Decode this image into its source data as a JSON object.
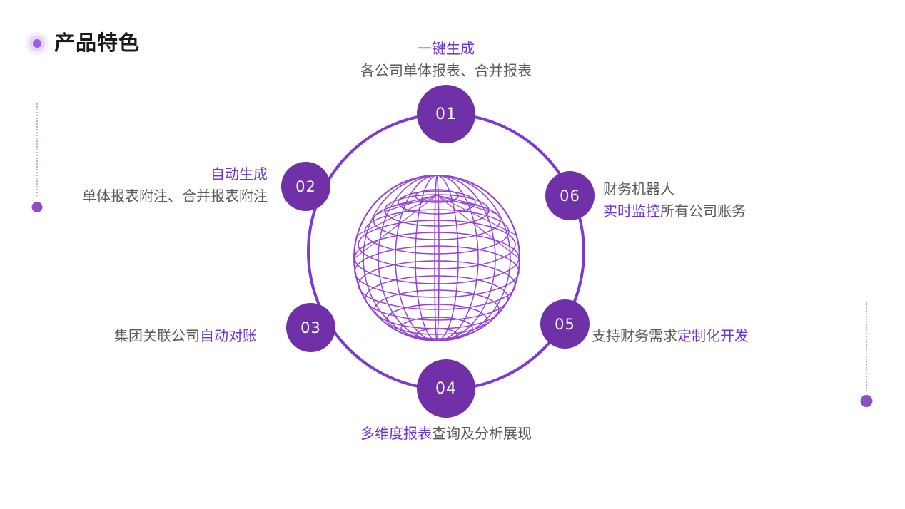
{
  "slide": {
    "title": "产品特色",
    "background_color": "#ffffff",
    "accent_purple": "#7030a8",
    "highlight_purple": "#6a35d6",
    "body_gray": "#5a5a5a",
    "title_icon": "bullet-dot-icon",
    "center_graphic": "wireframe-globe-icon"
  },
  "decorations": {
    "left": {
      "name": "dotted-line-left",
      "dot_color": "#8c4fc4",
      "line_color": "#c9a8e8"
    },
    "right": {
      "name": "dotted-line-right",
      "dot_color": "#8c4fc4",
      "line_color": "#c9a8e8"
    }
  },
  "nodes": [
    {
      "id": "01",
      "number": "01",
      "heading": "一键生成",
      "body": "各公司单体报表、合并报表",
      "layout": "top-center"
    },
    {
      "id": "02",
      "number": "02",
      "heading": "自动生成",
      "body": "单体报表附注、合并报表附注",
      "layout": "left-upper"
    },
    {
      "id": "03",
      "number": "03",
      "body_prefix": "集团关联公司",
      "body_highlight": "自动对账",
      "layout": "left-lower"
    },
    {
      "id": "04",
      "number": "04",
      "body_highlight": "多维度报表",
      "body_suffix": "查询及分析展现",
      "layout": "bottom-center"
    },
    {
      "id": "05",
      "number": "05",
      "body_prefix": "支持财务需求",
      "body_highlight": "定制化开发",
      "layout": "right-lower"
    },
    {
      "id": "06",
      "number": "06",
      "heading": "财务机器人",
      "body_highlight": "实时监控",
      "body_suffix": "所有公司账务",
      "layout": "right-upper"
    }
  ]
}
